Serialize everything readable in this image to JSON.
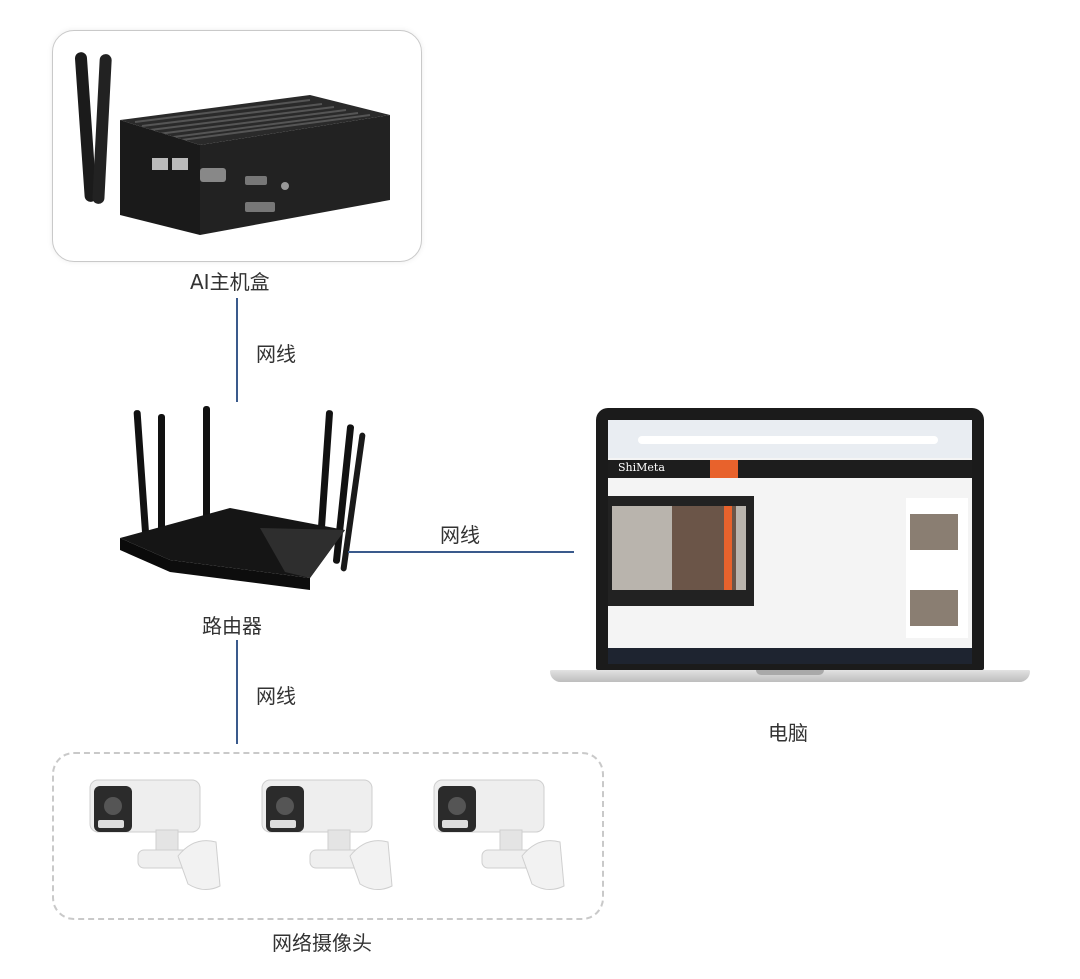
{
  "nodes": {
    "ai_box": {
      "label": "AI主机盒"
    },
    "router": {
      "label": "路由器"
    },
    "computer": {
      "label": "电脑"
    },
    "cameras": {
      "label": "网络摄像头"
    }
  },
  "links": {
    "ai_to_router": "网线",
    "router_to_computer": "网线",
    "router_to_cameras": "网线"
  },
  "screen": {
    "brand": "ShiMeta"
  },
  "colors": {
    "wire": "#3a5a8c",
    "accent": "#e8622c",
    "frame": "#c9c9c9"
  }
}
